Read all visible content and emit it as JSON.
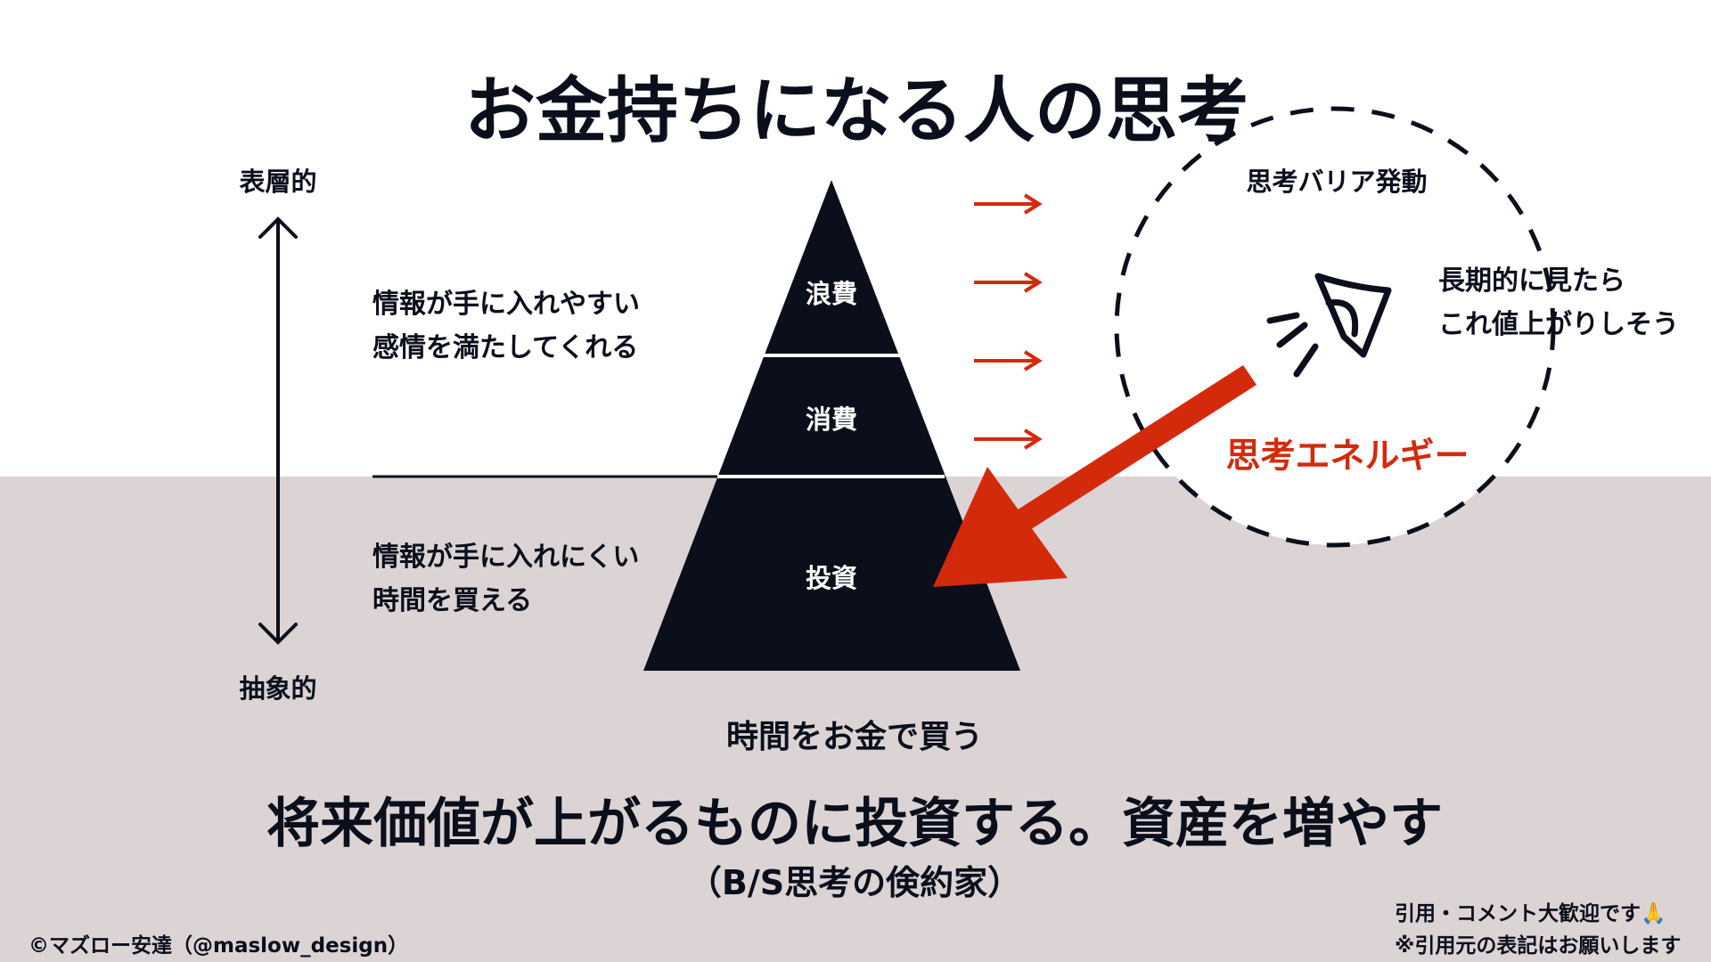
{
  "title": "お金持ちになる人の思考",
  "axis": {
    "top_label": "表層的",
    "bottom_label": "抽象的"
  },
  "left_texts": {
    "upper": [
      "情報が手に入れやすい",
      "感情を満たしてくれる"
    ],
    "lower": [
      "情報が手に入れにくい",
      "時間を買える"
    ]
  },
  "pyramid": {
    "top": "浪費",
    "middle": "消費",
    "bottom": "投資"
  },
  "circle": {
    "title": "思考バリア発動",
    "thought": [
      "長期的に見たら",
      "これ値上がりしそう"
    ],
    "energy": "思考エネルギー"
  },
  "caption": "時間をお金で買う",
  "statement": "将来価値が上がるものに投資する。資産を増やす",
  "subtitle": "（B/S思考の倹約家）",
  "footer": {
    "credit": "©マズロー安達（@maslow_design）",
    "note1": "引用・コメント大歓迎です🙏",
    "note2": "※引用元の表記はお願いします"
  },
  "colors": {
    "accent": "#d42a0c",
    "dark": "#0b0f1c",
    "bottom_bg": "#dcd3d4"
  }
}
